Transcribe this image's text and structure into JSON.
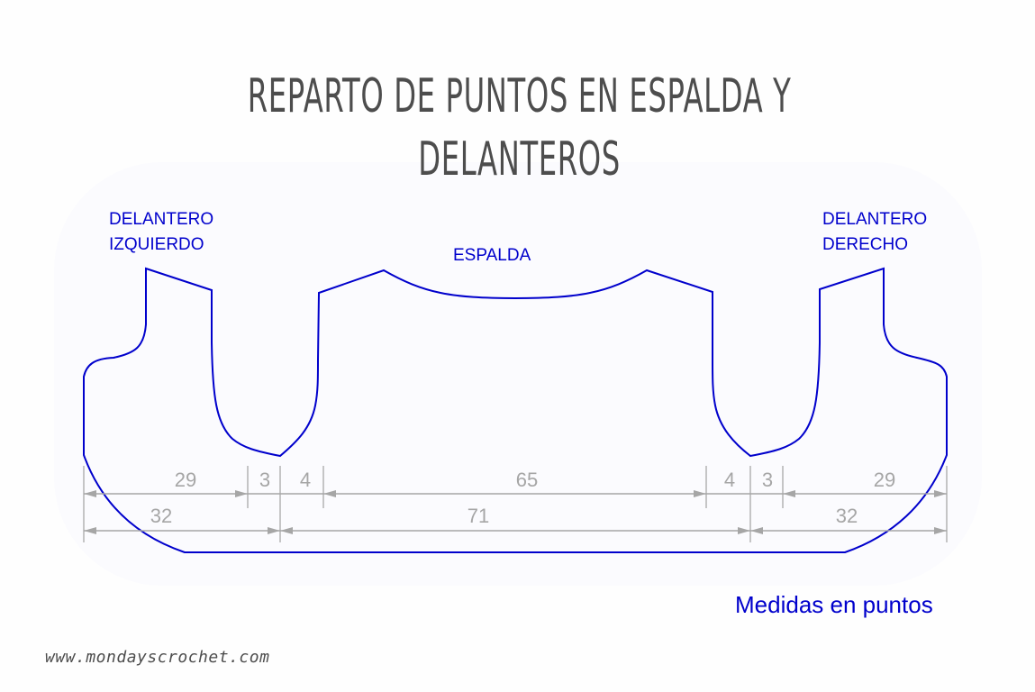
{
  "title": "REPARTO DE PUNTOS EN ESPALDA Y DELANTEROS",
  "pieces": {
    "left_front": {
      "line1": "DELANTERO",
      "line2": "IZQUIERDO"
    },
    "back": {
      "label": "ESPALDA"
    },
    "right_front": {
      "line1": "DELANTERO",
      "line2": "DERECHO"
    }
  },
  "dimensions": {
    "top_row": [
      "29",
      "3",
      "4",
      "65",
      "4",
      "3",
      "29"
    ],
    "bottom_row": [
      "32",
      "71",
      "32"
    ]
  },
  "note": "Medidas en puntos",
  "website": "www.mondayscrochet.com",
  "colors": {
    "outline": "#0000cc",
    "dimension": "#a6a6a6",
    "title": "#4d4d4d"
  }
}
